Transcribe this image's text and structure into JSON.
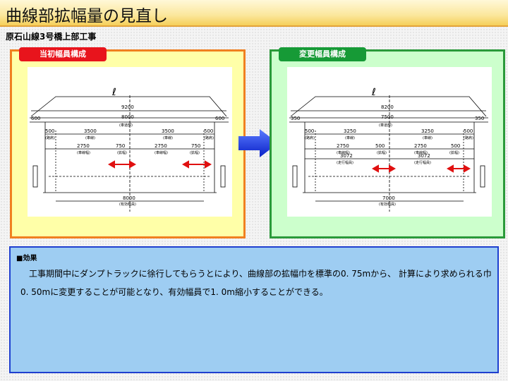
{
  "title": "曲線部拡幅量の見直し",
  "subtitle": "原石山線3号橋上部工事",
  "left_panel": {
    "tag": "当初幅員構成",
    "drawing": {
      "centerline": "ℓ",
      "total": "9200",
      "side_left": "600",
      "side_right": "600",
      "carriage": "8000",
      "carriage_note": "(車道部)",
      "row2": [
        "500",
        "3500",
        "3500",
        "500"
      ],
      "row2_notes": [
        "(路肩)",
        "(車線)",
        "(車線)",
        "(路肩)"
      ],
      "row3": [
        "2750",
        "750",
        "2750",
        "750"
      ],
      "row3_notes": [
        "(車線幅)",
        "(拡幅)",
        "(車線幅)",
        "(拡幅)"
      ],
      "bottom": "8000",
      "bottom_note": "(有効幅員)"
    }
  },
  "right_panel": {
    "tag": "変更幅員構成",
    "drawing": {
      "centerline": "ℓ",
      "total": "8200",
      "side_left": "350",
      "side_right": "350",
      "carriage": "7500",
      "carriage_note": "(車道部)",
      "row2": [
        "500",
        "3250",
        "3250",
        "500"
      ],
      "row2_notes": [
        "(路肩)",
        "(車線)",
        "(車線)",
        "(路肩)"
      ],
      "row3": [
        "2750",
        "500",
        "2750",
        "500"
      ],
      "row3_notes": [
        "(車線幅)",
        "(拡幅)",
        "(車線幅)",
        "(拡幅)"
      ],
      "row4": [
        "3072",
        "3072"
      ],
      "row4_notes": [
        "(走行幅員)",
        "(走行幅員)"
      ],
      "bottom": "7000",
      "bottom_note": "(有効幅員)"
    }
  },
  "effect": {
    "heading": "■効果",
    "body": "工事期間中にダンプトラックに徐行してもらうとにより、曲線部の拡幅巾を標準の0. 75mから、 計算により求められる巾0. 50mに変更することが可能となり、有効幅員で1. 0m縮小することができる。"
  },
  "colors": {
    "left_panel_fill": "#ffffa8",
    "left_panel_border": "#f08020",
    "right_panel_fill": "#ccffcc",
    "right_panel_border": "#2a9a3a",
    "arrow": "#1428e6",
    "effect_fill": "#9ecdf2",
    "effect_border": "#1f3fcf",
    "marker": "#e01010"
  }
}
